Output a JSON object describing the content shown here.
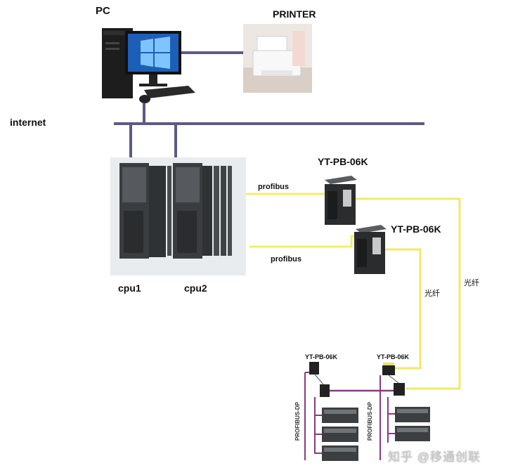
{
  "labels": {
    "pc": "PC",
    "printer": "PRINTER",
    "internet": "internet",
    "cpu1": "cpu1",
    "cpu2": "cpu2",
    "profibus_top": "profibus",
    "profibus_bottom": "profibus",
    "converter_top": "YT-PB-06K",
    "converter_mid": "YT-PB-06K",
    "converter_left_small": "YT-PB-06K",
    "converter_right_small": "YT-PB-06K",
    "fiber_left": "光纤",
    "fiber_right": "光纤",
    "profibus_dp_left": "PROFIBUS-DP",
    "profibus_dp_right": "PROFIBUS-DP",
    "watermark": "知乎 @移通创联"
  },
  "colors": {
    "network_line": "#5c5a86",
    "profibus_line": "#f3ef66",
    "fiber_line": "#f1e86a",
    "dp_bus_line": "#8a3a80"
  }
}
